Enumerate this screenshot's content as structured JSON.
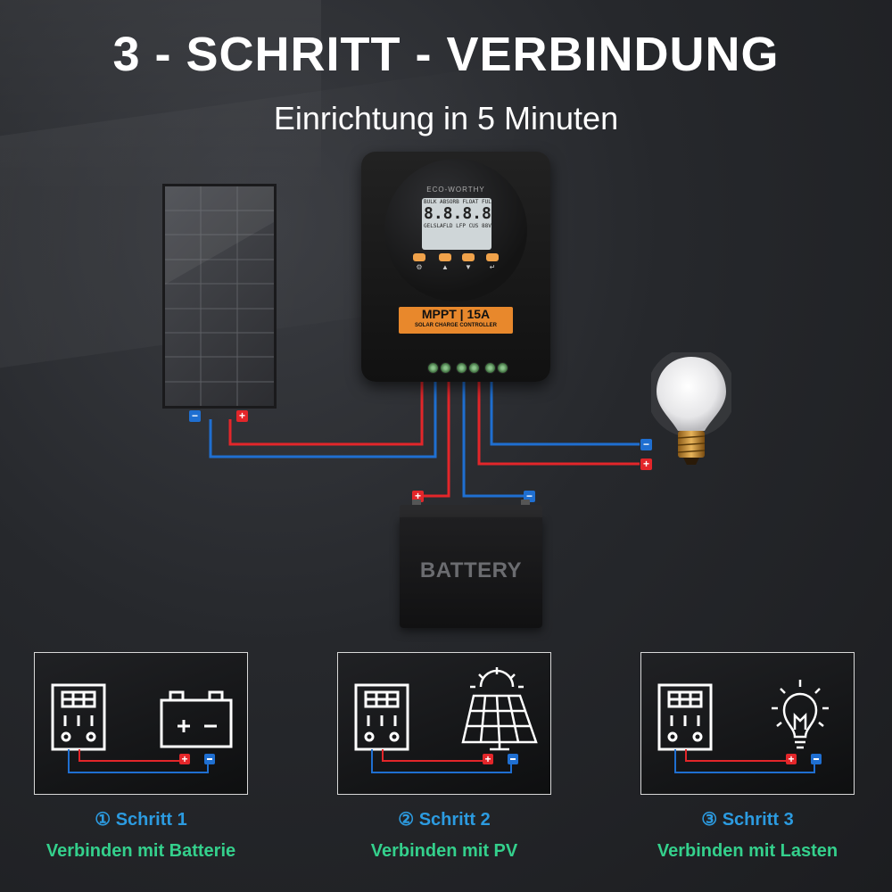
{
  "header": {
    "title": "3 - SCHRITT - VERBINDUNG",
    "subtitle": "Einrichtung in 5 Minuten"
  },
  "controller": {
    "brand": "ECO-WORTHY",
    "lcd_line1": "BULK ABSORB FLOAT FULL",
    "lcd_digits": "8.8.8.8",
    "lcd_line3": "GELSLAFLD LFP CUS 88V",
    "model": "MPPT | 15A",
    "subtitle": "SOLAR CHARGE CONTROLLER"
  },
  "battery": {
    "label": "BATTERY"
  },
  "polarity": {
    "plus": "+",
    "minus": "−"
  },
  "steps": [
    {
      "number": "① Schritt 1",
      "description": "Verbinden mit Batterie",
      "icon": "battery-icon"
    },
    {
      "number": "② Schritt 2",
      "description": "Verbinden mit PV",
      "icon": "solar-panel-icon"
    },
    {
      "number": "③ Schritt 3",
      "description": "Verbinden mit Lasten",
      "icon": "light-bulb-icon"
    }
  ],
  "colors": {
    "positive_wire": "#e3262a",
    "negative_wire": "#1f6fd1",
    "accent_orange": "#e8882c",
    "step_number": "#2c9be0",
    "step_description": "#34d08c"
  }
}
